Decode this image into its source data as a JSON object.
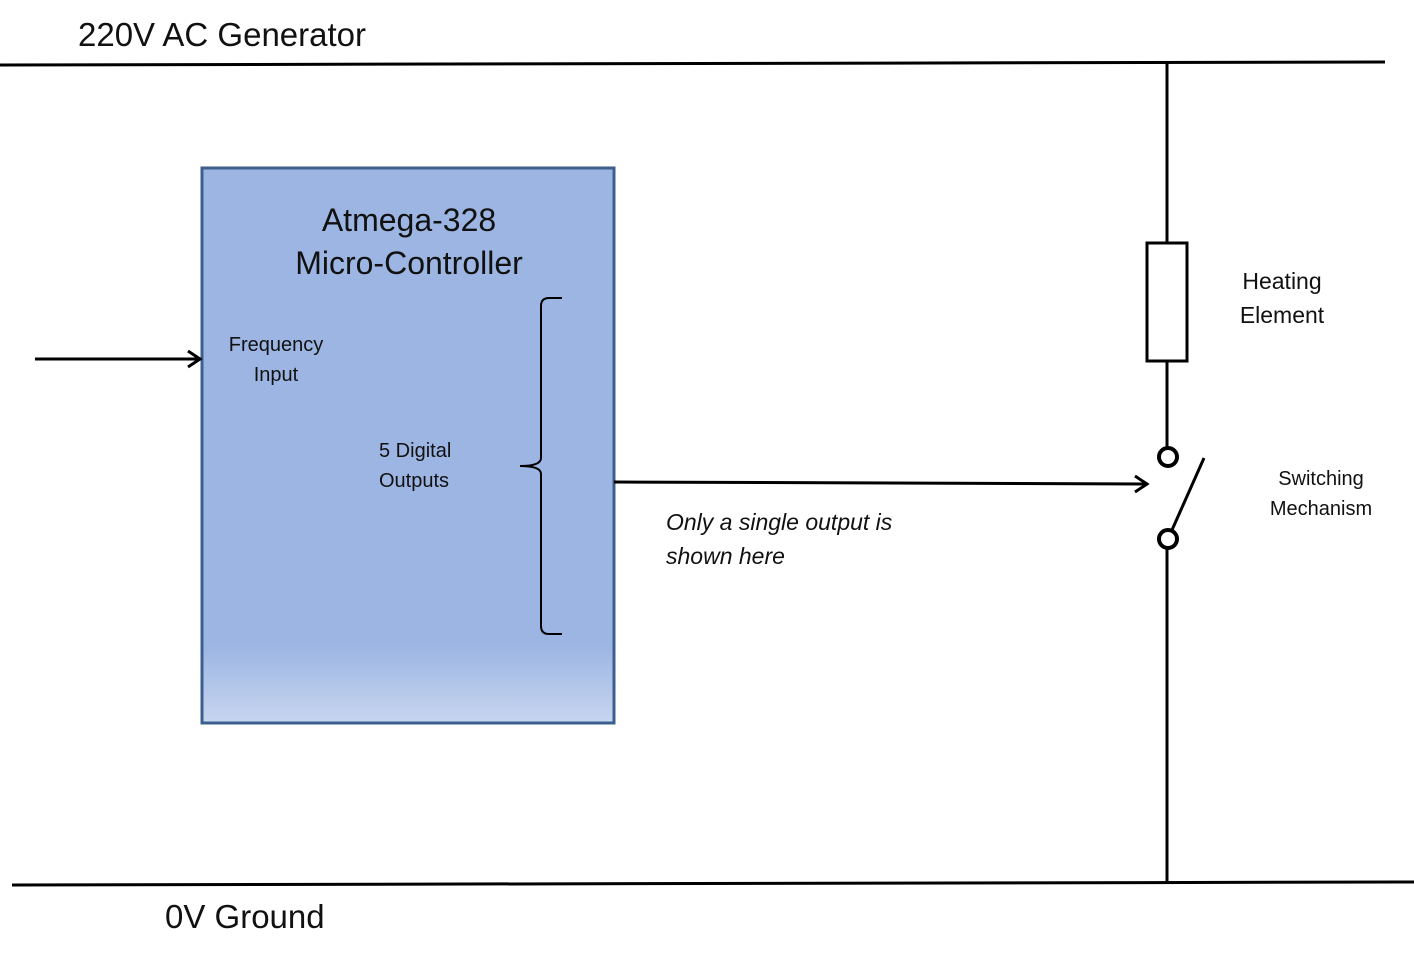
{
  "rails": {
    "top_label": "220V AC Generator",
    "bottom_label": "0V Ground"
  },
  "microcontroller": {
    "title_line1": "Atmega-328",
    "title_line2": "Micro-Controller",
    "input_label_line1": "Frequency",
    "input_label_line2": "Input",
    "outputs_label_line1": "5 Digital",
    "outputs_label_line2": "Outputs",
    "fill_color": "#9cb5e2",
    "border_color": "#3c5f8e"
  },
  "note": {
    "line1": "Only a single output is",
    "line2": "shown here"
  },
  "heating_element": {
    "label_line1": "Heating",
    "label_line2": "Element"
  },
  "switch": {
    "label_line1": "Switching",
    "label_line2": "Mechanism"
  }
}
